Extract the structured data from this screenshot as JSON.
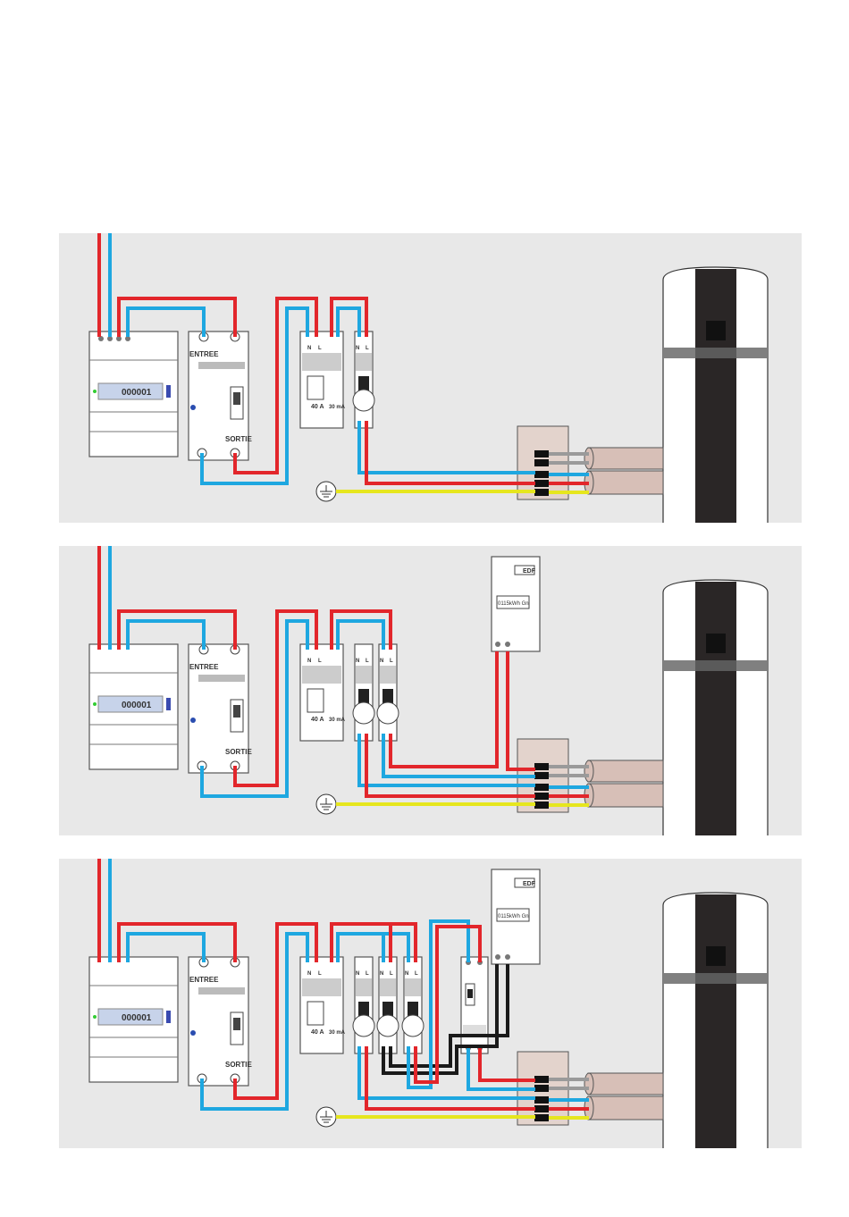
{
  "diagrams": [
    {
      "id": "diagram-1",
      "meter": {
        "display": "000001"
      },
      "disjoncteur": {
        "top_label": "ENTREE",
        "bottom_label": "SORTIE"
      },
      "diff": {
        "rating": "40 A",
        "sensitivity": "30 mA",
        "n": "N",
        "l": "L"
      },
      "breakers": [
        {
          "n": "N",
          "l": "L"
        }
      ],
      "has_relay": false,
      "has_edf": false
    },
    {
      "id": "diagram-2",
      "meter": {
        "display": "000001"
      },
      "disjoncteur": {
        "top_label": "ENTREE",
        "bottom_label": "SORTIE"
      },
      "diff": {
        "rating": "40 A",
        "sensitivity": "30 mA",
        "n": "N",
        "l": "L"
      },
      "breakers": [
        {
          "n": "N",
          "l": "L"
        },
        {
          "n": "N",
          "l": "L"
        }
      ],
      "has_relay": false,
      "has_edf": true,
      "edf": {
        "brand": "EDF",
        "display": "0115kWh Gn"
      }
    },
    {
      "id": "diagram-3",
      "meter": {
        "display": "000001"
      },
      "disjoncteur": {
        "top_label": "ENTREE",
        "bottom_label": "SORTIE"
      },
      "diff": {
        "rating": "40 A",
        "sensitivity": "30 mA",
        "n": "N",
        "l": "L"
      },
      "breakers": [
        {
          "n": "N",
          "l": "L"
        },
        {
          "n": "N",
          "l": "L"
        },
        {
          "n": "N",
          "l": "L"
        }
      ],
      "has_relay": true,
      "has_edf": true,
      "edf": {
        "brand": "EDF",
        "display": "0115kWh Gn"
      }
    }
  ],
  "colors": {
    "phase": "#e2262b",
    "neutral": "#1ea7e0",
    "earth": "#e6e61e",
    "control": "#1a1a1a",
    "panel_background": "#e8e8e8",
    "heater": "#2a2626",
    "junction_box": "#e3d3cc",
    "cable": "#d7bfb7"
  },
  "icons": [
    "earth-symbol-icon",
    "terminal-screw-icon"
  ]
}
